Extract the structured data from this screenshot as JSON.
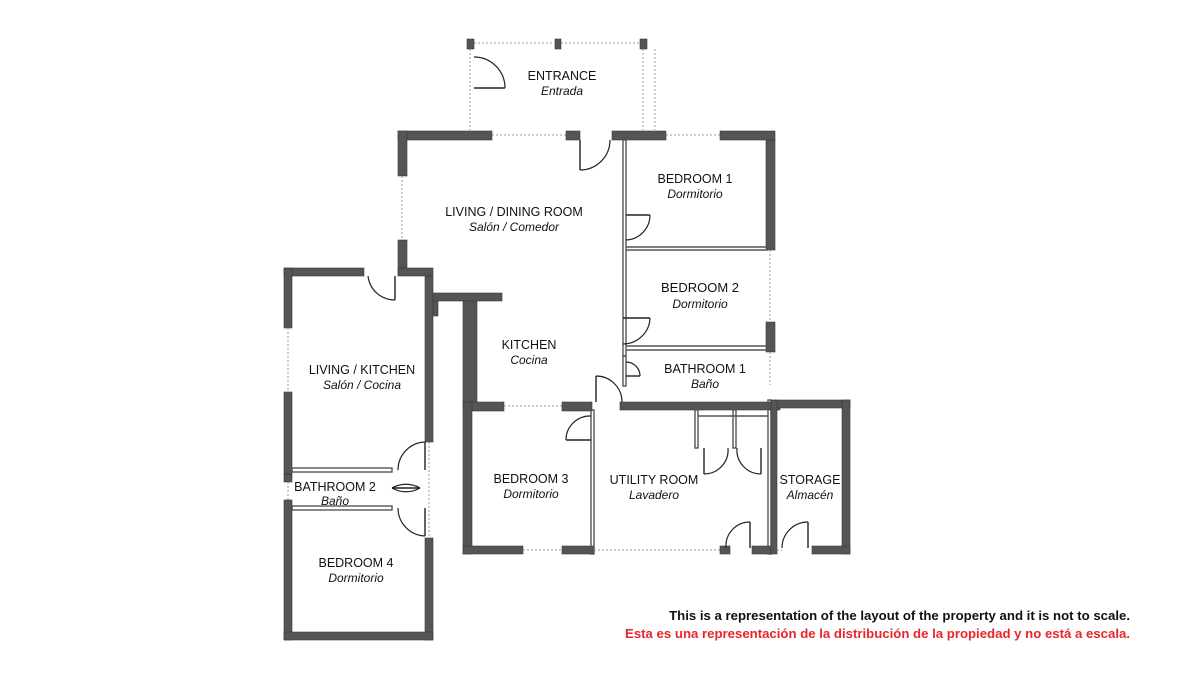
{
  "rooms": {
    "entrance": {
      "name": "ENTRANCE",
      "sub": "Entrada"
    },
    "living_dining": {
      "name": "LIVING / DINING ROOM",
      "sub": "Salón / Comedor"
    },
    "bedroom1": {
      "name": "BEDROOM 1",
      "sub": "Dormitorio"
    },
    "bedroom2": {
      "name": "BEDROOM 2",
      "sub": "Dormitorio"
    },
    "kitchen": {
      "name": "KITCHEN",
      "sub": "Cocina"
    },
    "bathroom1": {
      "name": "BATHROOM 1",
      "sub": "Baño"
    },
    "living_kitchen": {
      "name": "LIVING / KITCHEN",
      "sub": "Salón / Cocina"
    },
    "bathroom2": {
      "name": "BATHROOM 2",
      "sub": "Baño"
    },
    "bedroom3": {
      "name": "BEDROOM 3",
      "sub": "Dormitorio"
    },
    "utility": {
      "name": "UTILITY ROOM",
      "sub": "Lavadero"
    },
    "storage": {
      "name": "STORAGE",
      "sub": "Almacén"
    },
    "bedroom4": {
      "name": "BEDROOM 4",
      "sub": "Dormitorio"
    }
  },
  "disclaimer": {
    "english": "This is a representation of the layout of the property and it is not to scale.",
    "spanish": "Esta es una representación de la distribución de la propiedad y no está a escala.",
    "spanish_color": "#e8262a"
  }
}
